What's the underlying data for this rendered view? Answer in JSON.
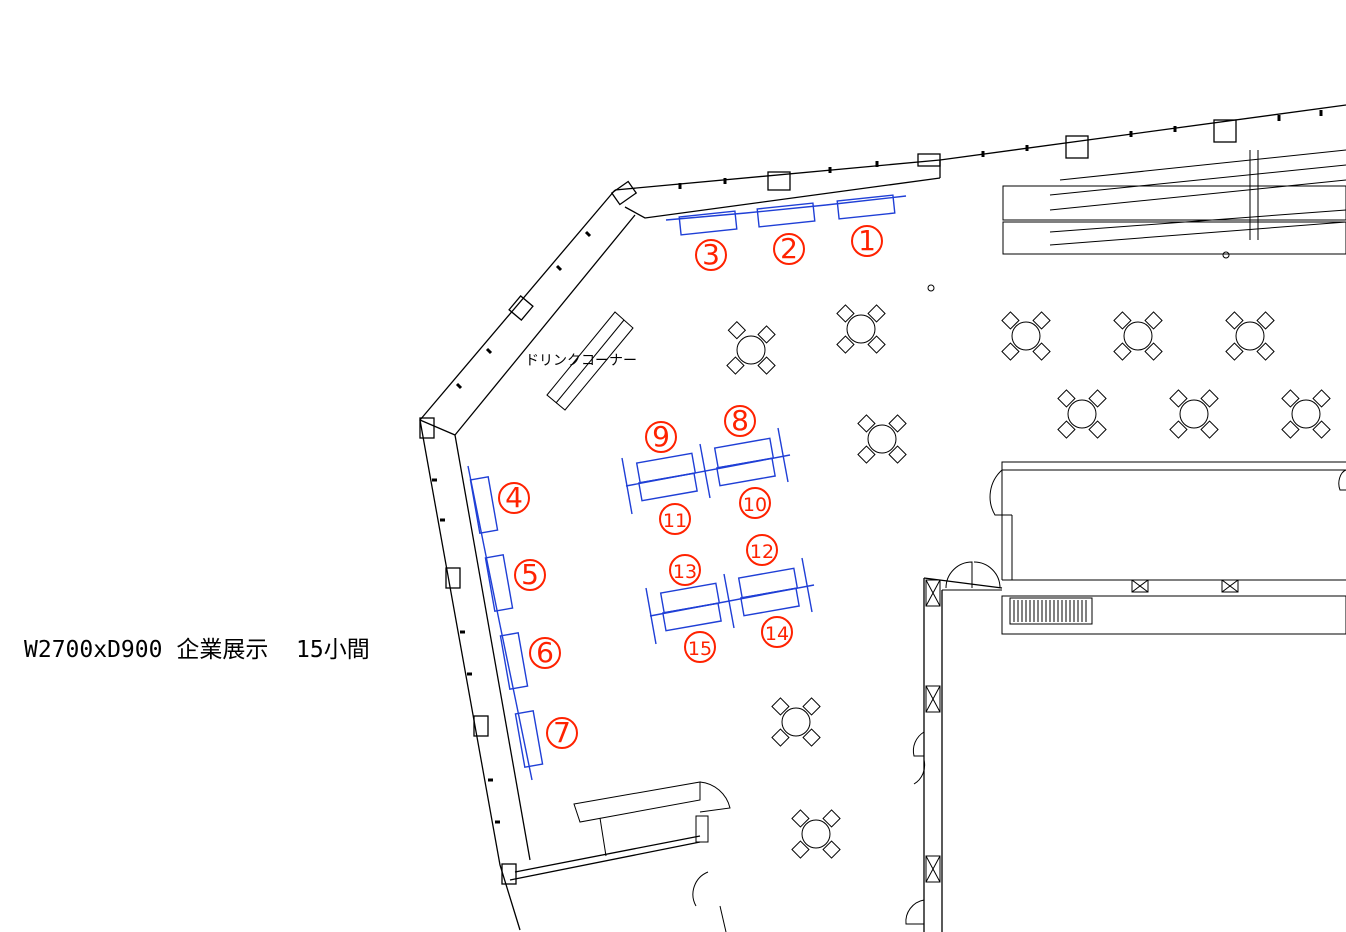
{
  "caption": {
    "size": "W2700xD900",
    "description": "企業展示",
    "count": "15小間"
  },
  "labels": {
    "drink_corner": "ドリンクコーナー"
  },
  "booths": [
    {
      "num": "1"
    },
    {
      "num": "2"
    },
    {
      "num": "3"
    },
    {
      "num": "4"
    },
    {
      "num": "5"
    },
    {
      "num": "6"
    },
    {
      "num": "7"
    },
    {
      "num": "8"
    },
    {
      "num": "9"
    },
    {
      "num": "10"
    },
    {
      "num": "11"
    },
    {
      "num": "12"
    },
    {
      "num": "13"
    },
    {
      "num": "14"
    },
    {
      "num": "15"
    }
  ],
  "colors": {
    "booth_outline": "#1f3fd6",
    "booth_number": "#ff2200",
    "walls": "#000000"
  }
}
